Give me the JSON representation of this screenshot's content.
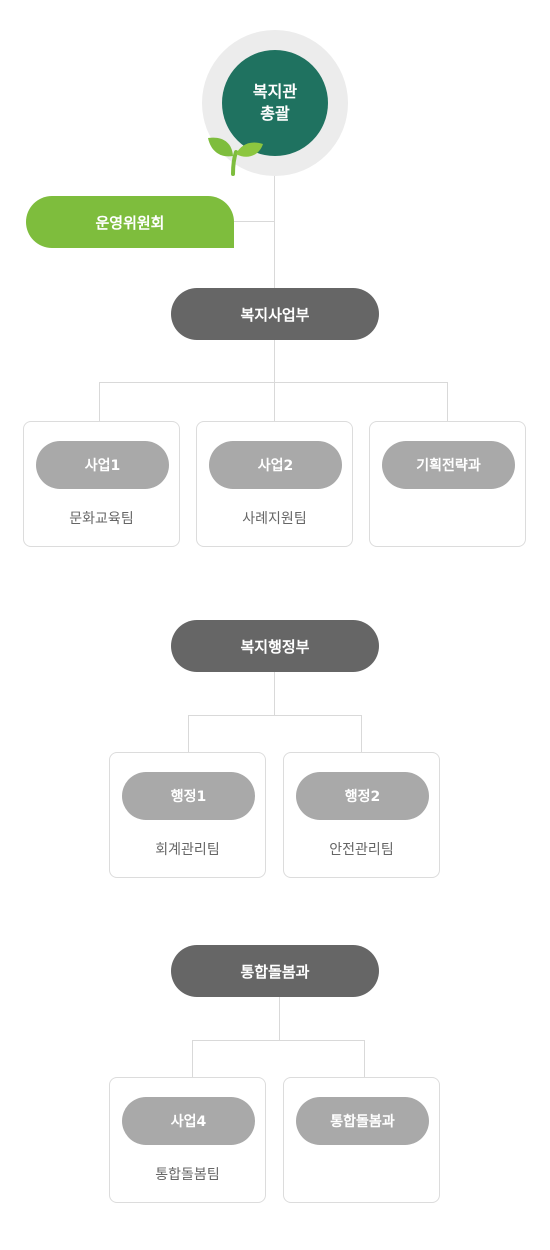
{
  "top": {
    "line1": "복지관",
    "line2": "총괄"
  },
  "committee": "운영위원회",
  "departments": [
    {
      "name": "복지사업부",
      "units": [
        {
          "label": "사업1",
          "team": "문화교육팀"
        },
        {
          "label": "사업2",
          "team": "사례지원팀"
        },
        {
          "label": "기획전략과",
          "team": ""
        }
      ]
    },
    {
      "name": "복지행정부",
      "units": [
        {
          "label": "행정1",
          "team": "회계관리팀"
        },
        {
          "label": "행정2",
          "team": "안전관리팀"
        }
      ]
    },
    {
      "name": "통합돌봄과",
      "units": [
        {
          "label": "사업4",
          "team": "통합돌봄팀"
        },
        {
          "label": "통합돌봄과",
          "team": ""
        }
      ]
    }
  ],
  "colors": {
    "top": "#1f7260",
    "ring": "#ececec",
    "committee": "#7ebd3d",
    "dept": "#666666",
    "unit": "#a9a9a9",
    "line": "#d9d9d9"
  }
}
